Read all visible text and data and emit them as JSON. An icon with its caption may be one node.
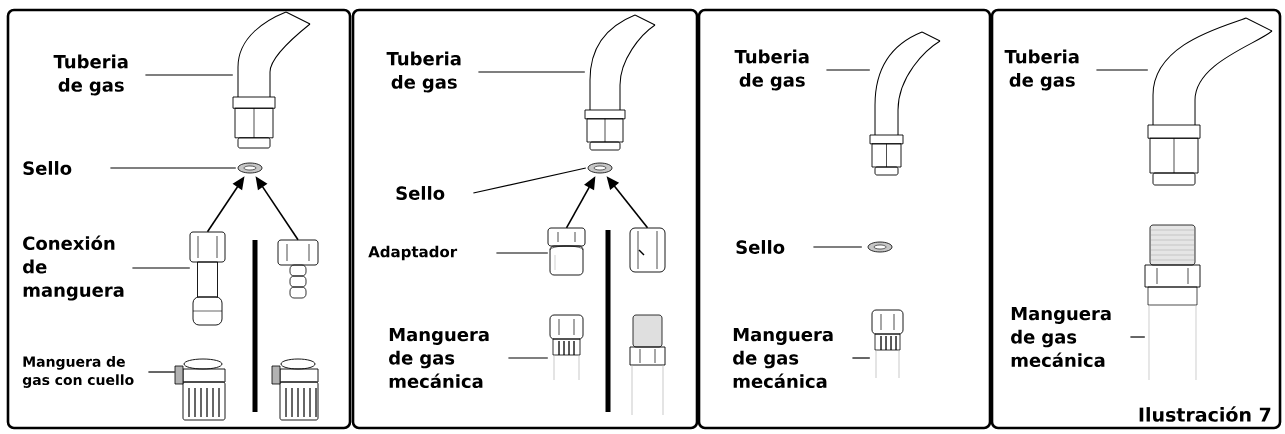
{
  "diagram": {
    "nodes": [
      {
        "text": [],
        "shape": "box"
      },
      {
        "text": [
          "Tuberia de gas"
        ],
        "in": 0
      },
      {
        "text": [],
        "shape": "picture",
        "in": 0
      },
      {
        "text": [
          "Sello"
        ],
        "in": 0
      },
      {
        "text": [],
        "shape": "picture",
        "in": 0
      },
      {
        "text": [
          "Conexión de manguera"
        ],
        "in": 0
      },
      {
        "text": [],
        "shape": "picture",
        "in": 0
      },
      {
        "text": [],
        "shape": "picture",
        "in": 0
      },
      {
        "text": [
          "Manguera de gas con cuello"
        ],
        "in": 0
      },
      {
        "text": [],
        "shape": "picture",
        "in": 0
      },
      {
        "text": [],
        "shape": "picture",
        "in": 0
      },
      {
        "text": [],
        "shape": "box"
      },
      {
        "text": [
          "Tuberia de gas"
        ],
        "in": 11
      },
      {
        "text": [],
        "shape": "picture",
        "in": 11
      },
      {
        "text": [
          "Sello"
        ],
        "in": 11
      },
      {
        "text": [],
        "shape": "picture",
        "in": 11
      },
      {
        "text": [
          "Adaptador"
        ],
        "in": 11
      },
      {
        "text": [],
        "shape": "picture",
        "in": 11
      },
      {
        "text": [],
        "shape": "picture",
        "in": 11
      },
      {
        "text": [
          "Manguera de gas mecánica"
        ],
        "in": 11
      },
      {
        "text": [],
        "shape": "picture",
        "in": 11
      },
      {
        "text": [],
        "shape": "picture",
        "in": 11
      },
      {
        "text": [],
        "shape": "box"
      },
      {
        "text": [
          "Tuberia de gas"
        ],
        "in": 22
      },
      {
        "text": [],
        "shape": "picture",
        "in": 22
      },
      {
        "text": [
          "Sello"
        ],
        "in": 22
      },
      {
        "text": [],
        "shape": "picture",
        "in": 22
      },
      {
        "text": [
          "Manguera de gas mecánica"
        ],
        "in": 22
      },
      {
        "text": [],
        "shape": "picture",
        "in": 22
      },
      {
        "text": [],
        "shape": "box"
      },
      {
        "text": [
          "Tuberia de gas"
        ],
        "in": 29
      },
      {
        "text": [],
        "shape": "picture",
        "in": 29
      },
      {
        "text": [
          "Manguera de gas mecánica"
        ],
        "in": 29
      },
      {
        "text": [],
        "shape": "picture",
        "in": 29
      }
    ],
    "edges": [
      {
        "from": 1,
        "to": 2,
        "arrow": "none"
      },
      {
        "from": 3,
        "to": 4,
        "arrow": "none"
      },
      {
        "from": 5,
        "to": 6,
        "arrow": "none"
      },
      {
        "from": 8,
        "to": 9,
        "arrow": "none"
      },
      {
        "from": 6,
        "to": 4,
        "arrow": "to"
      },
      {
        "from": 7,
        "to": 4,
        "arrow": "to"
      },
      {
        "from": 12,
        "to": 13,
        "arrow": "none"
      },
      {
        "from": 14,
        "to": 15,
        "arrow": "none"
      },
      {
        "from": 16,
        "to": 17,
        "arrow": "none"
      },
      {
        "from": 19,
        "to": 20,
        "arrow": "none"
      },
      {
        "from": 17,
        "to": 15,
        "arrow": "to"
      },
      {
        "from": 18,
        "to": 15,
        "arrow": "to"
      },
      {
        "from": 23,
        "to": 24,
        "arrow": "none"
      },
      {
        "from": 25,
        "to": 26,
        "arrow": "none"
      },
      {
        "from": 27,
        "to": 28,
        "arrow": "none"
      },
      {
        "from": 30,
        "to": 31,
        "arrow": "none"
      },
      {
        "from": 32,
        "to": 33,
        "arrow": "none"
      }
    ],
    "labels": [
      "Ilustración 7"
    ]
  }
}
